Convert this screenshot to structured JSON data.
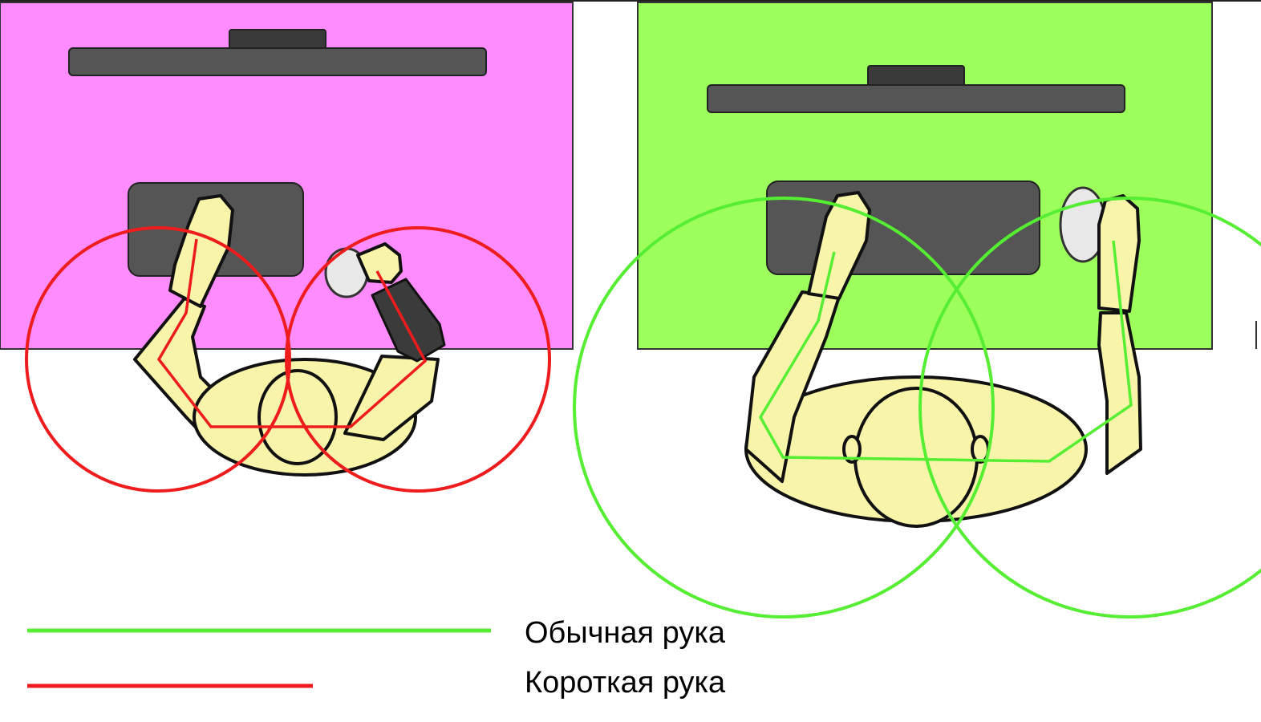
{
  "legend": {
    "normal_arm_label": "Обычная рука",
    "short_arm_label": "Короткая рука"
  },
  "colors": {
    "left_desk": "#ff8cff",
    "right_desk": "#9cff5c",
    "normal_arm": "#55ee33",
    "short_arm": "#ee1c1c",
    "skin": "#f8f4aa",
    "device": "#555555",
    "outline": "#111111"
  },
  "icons": {
    "monitor": "monitor-icon",
    "keyboard": "keyboard-icon",
    "mouse": "mouse-icon",
    "person": "person-top-view"
  }
}
